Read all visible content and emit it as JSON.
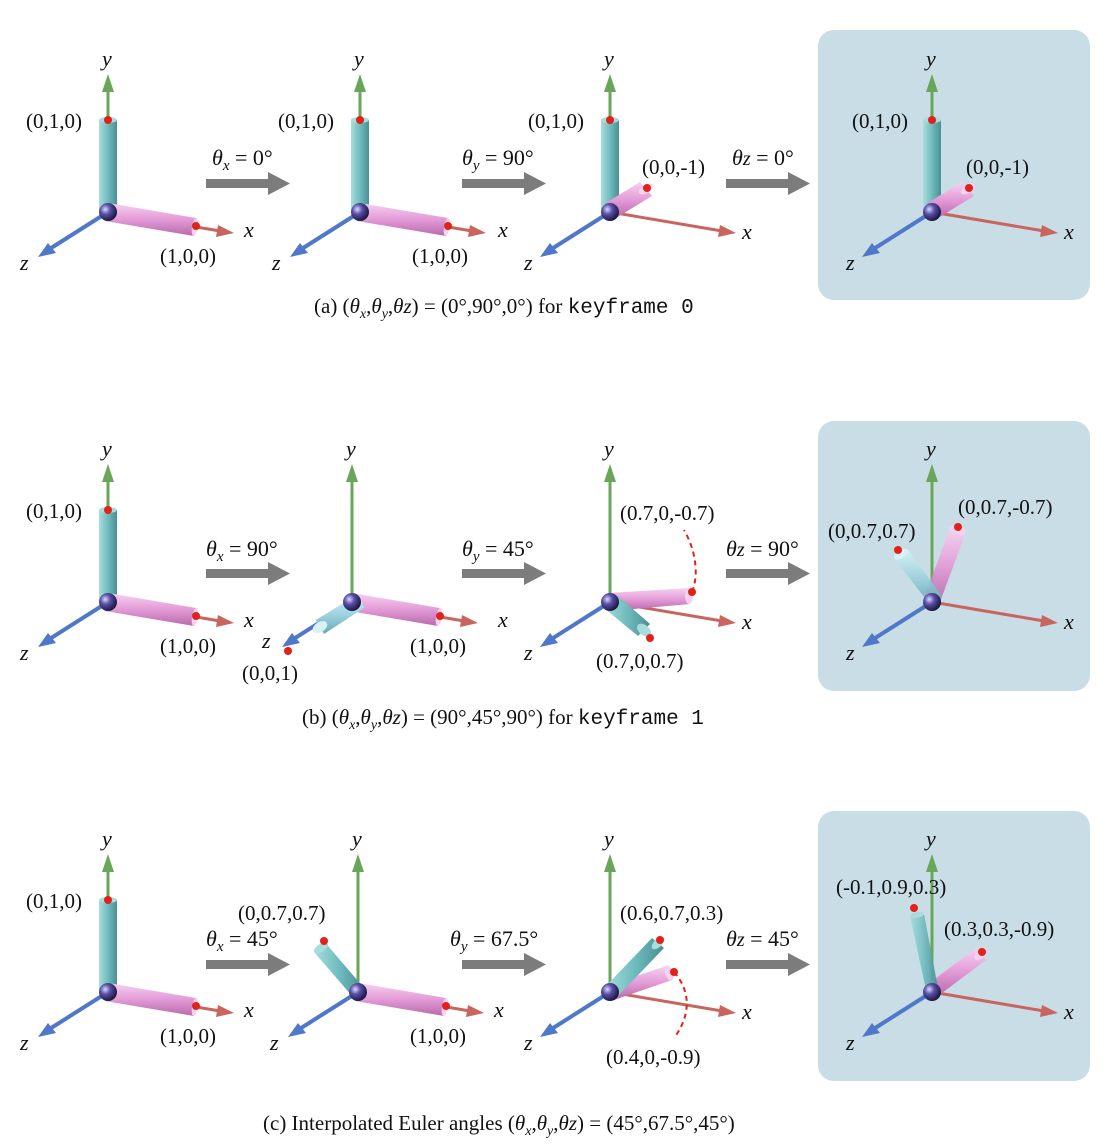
{
  "axis_labels": {
    "x": "x",
    "y": "y",
    "z": "z"
  },
  "colors": {
    "x_axis": "#c8655f",
    "y_axis": "#6aa65a",
    "z_axis": "#4f78c8",
    "x_cylinder": "#e39ad7",
    "y_cylinder": "#6fbcbf",
    "z_cylinder": "#9fd3df",
    "point": "#e0221a",
    "result_panel": "#c9dde7",
    "step_arrow": "#7c7c7c"
  },
  "rows": [
    {
      "id": "a",
      "caption": {
        "prefix": "(a) (",
        "theta": "θ",
        "sx": "x",
        "sy": "y",
        "sz": "z",
        "mid": ") = (0°,90°,0°) for ",
        "code": "keyframe 0"
      },
      "steps": [
        {
          "theta": "θ",
          "sub": "x",
          "value": " = 0°"
        },
        {
          "theta": "θ",
          "sub": "y",
          "value": " = 90°"
        },
        {
          "theta": "θ",
          "sub": "z",
          "value": " = 0°"
        }
      ],
      "panels": [
        {
          "labels": [
            "(0,1,0)",
            "(1,0,0)"
          ]
        },
        {
          "labels": [
            "(0,1,0)",
            "(1,0,0)"
          ]
        },
        {
          "labels": [
            "(0,1,0)",
            "(0,0,-1)"
          ]
        },
        {
          "labels": [
            "(0,1,0)",
            "(0,0,-1)"
          ]
        }
      ]
    },
    {
      "id": "b",
      "caption": {
        "prefix": "(b) (",
        "theta": "θ",
        "sx": "x",
        "sy": "y",
        "sz": "z",
        "mid": ") = (90°,45°,90°) for ",
        "code": "keyframe 1"
      },
      "steps": [
        {
          "theta": "θ",
          "sub": "x",
          "value": " = 90°"
        },
        {
          "theta": "θ",
          "sub": "y",
          "value": " = 45°"
        },
        {
          "theta": "θ",
          "sub": "z",
          "value": " = 90°"
        }
      ],
      "panels": [
        {
          "labels": [
            "(0,1,0)",
            "(1,0,0)"
          ]
        },
        {
          "labels": [
            "(0,0,1)",
            "(1,0,0)"
          ]
        },
        {
          "labels": [
            "(0.7,0,-0.7)",
            "(0.7,0,0.7)"
          ]
        },
        {
          "labels": [
            "(0,0.7,0.7)",
            "(0,0.7,-0.7)"
          ]
        }
      ]
    },
    {
      "id": "c",
      "caption": {
        "prefix": "(c) Interpolated Euler angles (",
        "theta": "θ",
        "sx": "x",
        "sy": "y",
        "sz": "z",
        "mid": ") = (45°,67.5°,45°)",
        "code": ""
      },
      "steps": [
        {
          "theta": "θ",
          "sub": "x",
          "value": " = 45°"
        },
        {
          "theta": "θ",
          "sub": "y",
          "value": " = 67.5°"
        },
        {
          "theta": "θ",
          "sub": "z",
          "value": " = 45°"
        }
      ],
      "panels": [
        {
          "labels": [
            "(0,1,0)",
            "(1,0,0)"
          ]
        },
        {
          "labels": [
            "(0,0.7,0.7)",
            "(1,0,0)"
          ]
        },
        {
          "labels": [
            "(0.6,0.7,0.3)",
            "(0.4,0,-0.9)"
          ]
        },
        {
          "labels": [
            "(-0.1,0.9,0.3)",
            "(0.3,0.3,-0.9)"
          ]
        }
      ]
    }
  ]
}
